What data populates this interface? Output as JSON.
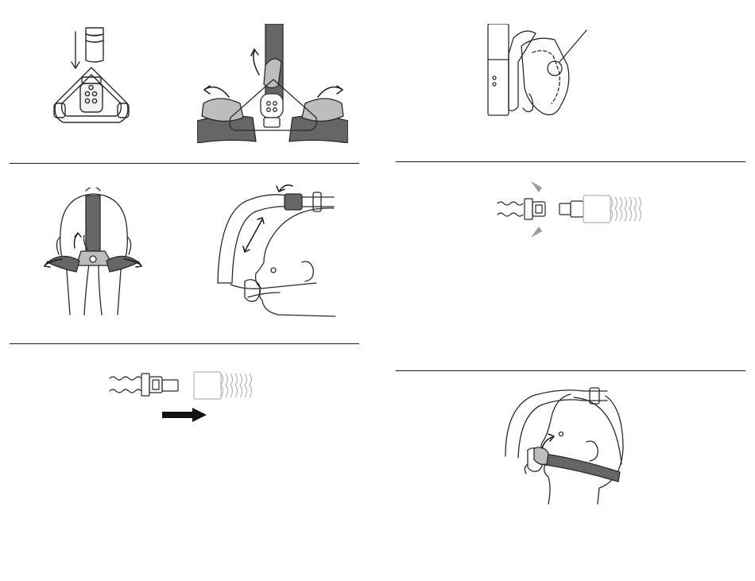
{
  "document": {
    "type": "instruction-illustrations",
    "figures": [
      {
        "id": "fig-frame-elbow",
        "icon": "mask-frame-elbow-icon"
      },
      {
        "id": "fig-headgear-attach",
        "icon": "mask-headgear-attach-icon"
      },
      {
        "id": "fig-cushion-detail",
        "icon": "cushion-detail-icon"
      },
      {
        "id": "fig-front-head-straps",
        "icon": "head-front-straps-icon"
      },
      {
        "id": "fig-side-head-tube",
        "icon": "head-side-tube-icon"
      },
      {
        "id": "fig-quick-release-squeeze",
        "icon": "quick-release-squeeze-icon"
      },
      {
        "id": "fig-tube-connect",
        "icon": "tube-connect-icon"
      },
      {
        "id": "fig-side-head-fitted",
        "icon": "head-side-fitted-icon"
      }
    ]
  },
  "colors": {
    "line": "#2a2a2a",
    "strap": "#666666",
    "strap_light": "#bdbdbd",
    "arrow": "#1a1a1a",
    "squeeze_arrow": "#9a9a9a",
    "background": "#ffffff"
  }
}
